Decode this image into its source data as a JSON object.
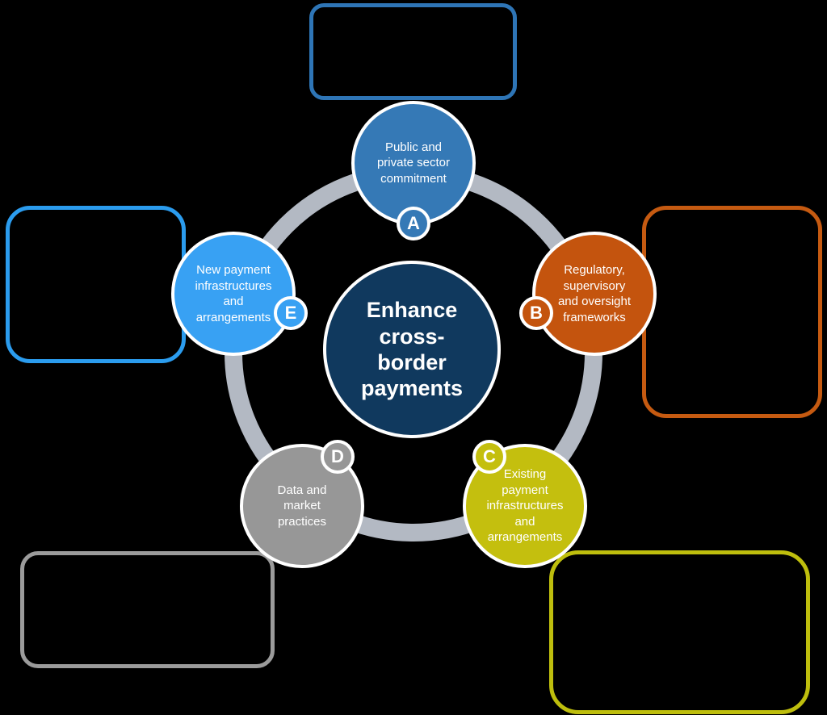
{
  "diagram": {
    "background_color": "#000000",
    "ring": {
      "color": "#B3B9C3"
    },
    "center": {
      "label": "Enhance\ncross-\nborder\npayments",
      "color": "#10395E",
      "border_color": "#FFFFFF"
    },
    "nodes": {
      "A": {
        "badge": "A",
        "label": "Public and\nprivate sector\ncommitment",
        "color": "#3579B6",
        "callout_color": "#2E75B6"
      },
      "B": {
        "badge": "B",
        "label": "Regulatory,\nsupervisory\nand oversight\nframeworks",
        "color": "#C4540E",
        "callout_color": "#C55A11"
      },
      "C": {
        "badge": "C",
        "label": "Existing\npayment\ninfrastructures\nand\narrangements",
        "color": "#C4BF0E",
        "callout_color": "#BEBE0D"
      },
      "D": {
        "badge": "D",
        "label": "Data and\nmarket\npractices",
        "color": "#979797",
        "callout_color": "#9B9B9B"
      },
      "E": {
        "badge": "E",
        "label": "New payment\ninfrastructures\nand\narrangements",
        "color": "#38A1F3",
        "callout_color": "#2B9CEE"
      }
    }
  }
}
